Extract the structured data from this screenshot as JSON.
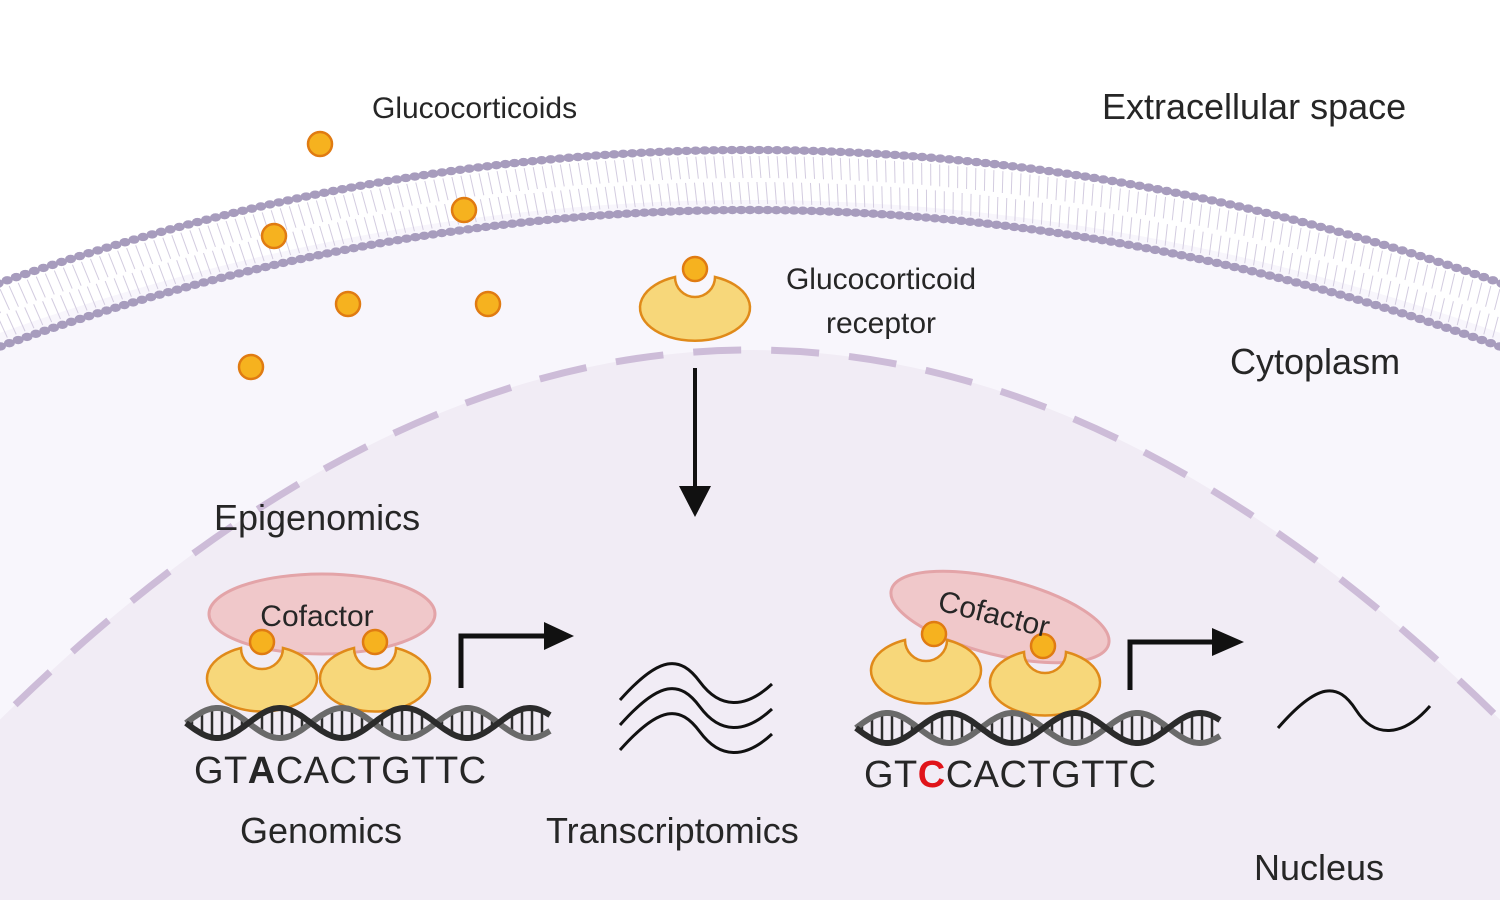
{
  "labels": {
    "extracellular": "Extracellular space",
    "cytoplasm": "Cytoplasm",
    "nucleus": "Nucleus",
    "glucocorticoids": "Glucocorticoids",
    "receptor_line1": "Glucocorticoid",
    "receptor_line2": "receptor",
    "epigenomics": "Epigenomics",
    "genomics": "Genomics",
    "transcriptomics": "Transcriptomics",
    "cofactor_left": "Cofactor",
    "cofactor_right": "Cofactor"
  },
  "sequences": {
    "left": {
      "prefix": "GT",
      "variant": "A",
      "suffix": "CACTGTTC"
    },
    "right": {
      "prefix": "GT",
      "variant": "C",
      "suffix": "CACTGTTC"
    }
  },
  "colors": {
    "ligand_fill": "#f6b21f",
    "ligand_stroke": "#e07b12",
    "receptor_fill": "#f7d77a",
    "receptor_stroke": "#e08a1a",
    "cofactor_fill": "#f0c8ca",
    "cofactor_stroke": "#e3a4a8",
    "membrane_head": "#a79cbd",
    "nuclear_envelope": "#cdbcd8",
    "cytoplasm": "#f8f6fc",
    "nucleoplasm": "#f1ecf5",
    "variant_highlight": "#e0141a"
  }
}
